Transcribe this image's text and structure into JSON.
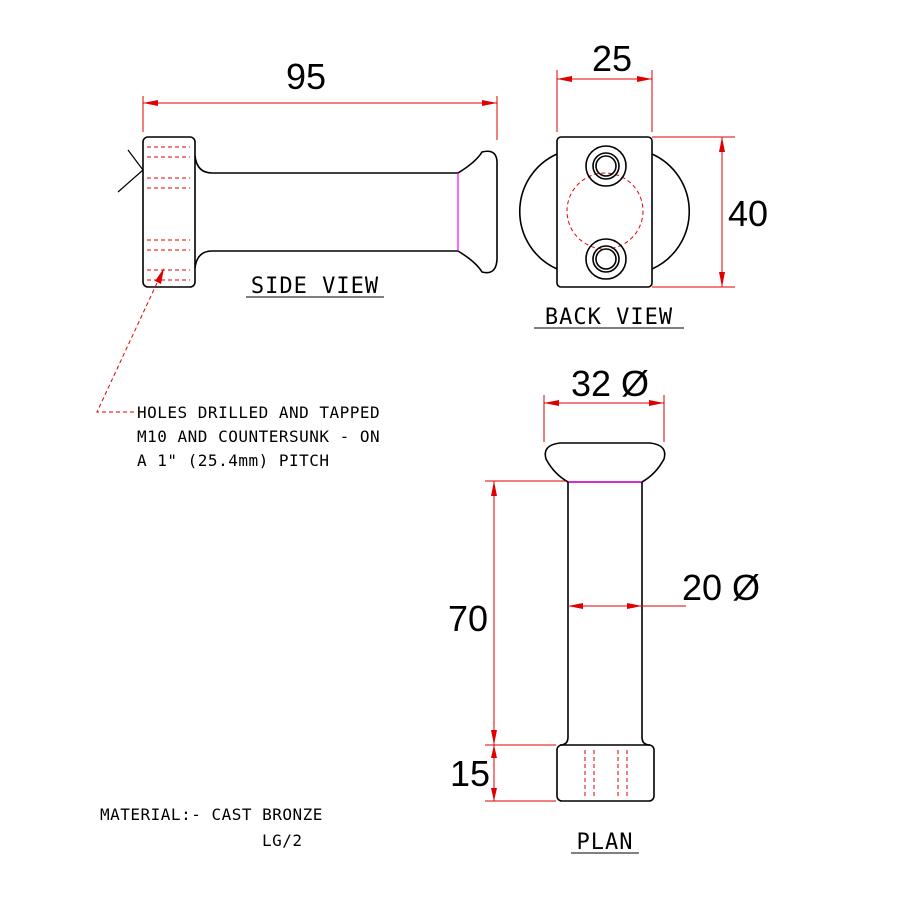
{
  "dimensions": {
    "side_length": "95",
    "back_width": "25",
    "back_height": "40",
    "head_diameter": "32 Ø",
    "shank_diameter": "20 Ø",
    "shank_length": "70",
    "base_height": "15"
  },
  "labels": {
    "side_view": "SIDE VIEW",
    "back_view": "BACK VIEW",
    "plan": "PLAN"
  },
  "notes": {
    "holes": [
      "HOLES DRILLED AND TAPPED",
      "M10 AND COUNTERSUNK - ON",
      "A 1\" (25.4mm) PITCH"
    ],
    "material": [
      "MATERIAL:- CAST BRONZE",
      "LG/2"
    ]
  },
  "colors": {
    "object_line": "#000000",
    "dimension_line": "#e00000",
    "hidden_line": "#e00000",
    "construction_line": "#ff00ff"
  }
}
